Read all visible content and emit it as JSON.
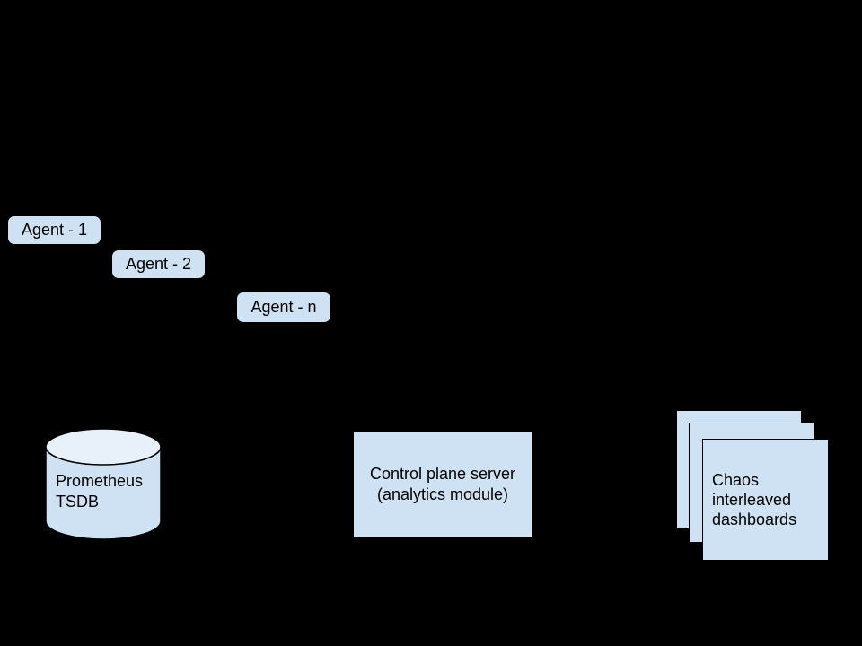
{
  "canvas": {
    "background": "#000000"
  },
  "colors": {
    "shape_fill": "#cfe2f3",
    "cylinder_top_fill": "#e8f1fa",
    "outline": "#000000",
    "text": "#000000"
  },
  "agents": [
    {
      "label": "Agent - 1"
    },
    {
      "label": "Agent - 2"
    },
    {
      "label": "Agent - n"
    }
  ],
  "tsdb": {
    "label": "Prometheus\nTSDB"
  },
  "control_plane": {
    "label": "Control plane server\n(analytics module)"
  },
  "connector": {
    "icon": "right-arrowhead"
  },
  "dashboards": {
    "label": "Chaos\ninterleaved\ndashboards"
  }
}
